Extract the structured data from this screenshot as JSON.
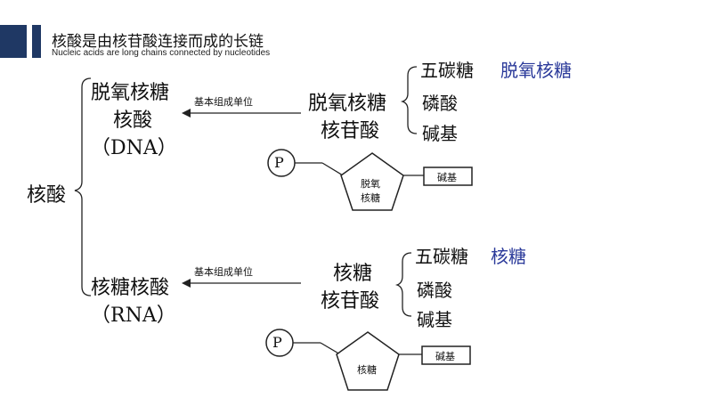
{
  "header": {
    "title": "核酸是由核苷酸连接而成的长链",
    "subtitle": "Nucleic acids are long chains connected by nucleotides"
  },
  "root": {
    "label": "核酸"
  },
  "dna": {
    "name_line1": "脱氧核糖",
    "name_line2": "核酸",
    "abbr": "（DNA）",
    "arrow_label": "基本组成单位",
    "unit_line1": "脱氧核糖",
    "unit_line2": "核苷酸",
    "components": [
      "五碳糖",
      "磷酸",
      "碱基"
    ],
    "sugar_type": "脱氧核糖",
    "phosphate": "P",
    "pentagon_line1": "脱氧",
    "pentagon_line2": "核糖",
    "base_box": "碱基"
  },
  "rna": {
    "name": "核糖核酸",
    "abbr": "（RNA）",
    "arrow_label": "基本组成单位",
    "unit_line1": "核糖",
    "unit_line2": "核苷酸",
    "components": [
      "五碳糖",
      "磷酸",
      "碱基"
    ],
    "sugar_type": "核糖",
    "phosphate": "P",
    "pentagon_label": "核糖",
    "base_box": "碱基"
  },
  "colors": {
    "header_bar": "#1f3864",
    "accent_text": "#2b3a9a"
  }
}
